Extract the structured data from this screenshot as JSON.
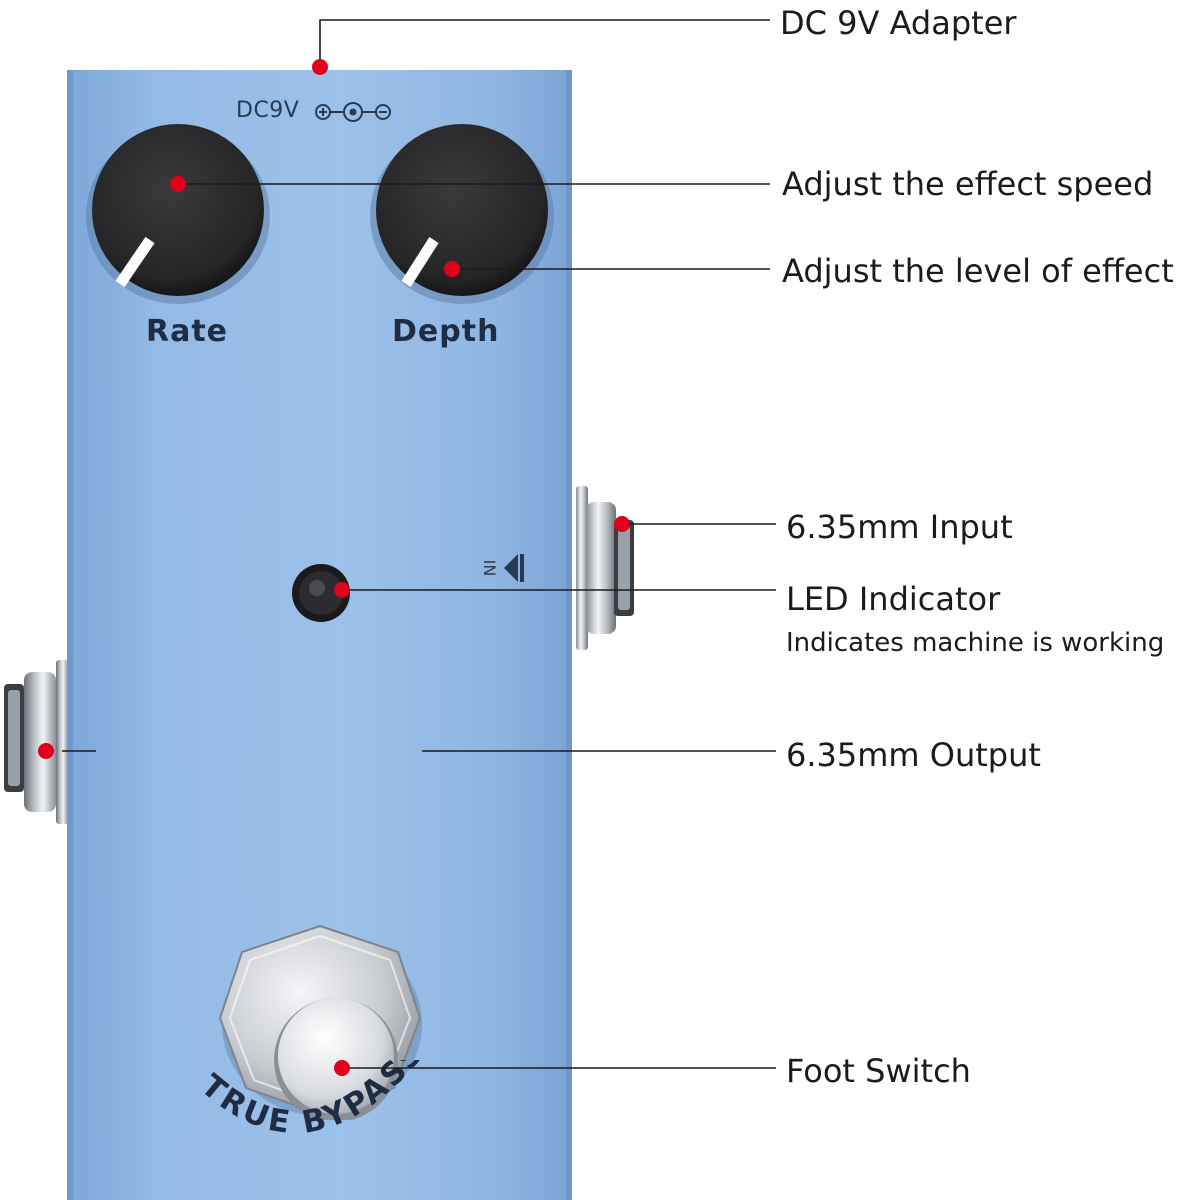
{
  "pedal": {
    "dc_label": "DC9V",
    "knob_rate_label": "Rate",
    "knob_depth_label": "Depth",
    "input_marker": "IN",
    "bypass_text": "TRUE BYPASS",
    "body_color": "#9cc1ea",
    "knob_color": "#2b2b2d",
    "marker_color": "#e0001b"
  },
  "annotations": {
    "dc_adapter": "DC 9V Adapter",
    "rate": "Adjust the effect speed",
    "depth": "Adjust the level of effect",
    "input": "6.35mm Input",
    "led_title": "LED Indicator",
    "led_desc": "Indicates machine is working",
    "output": "6.35mm Output",
    "foot_switch": "Foot Switch"
  }
}
